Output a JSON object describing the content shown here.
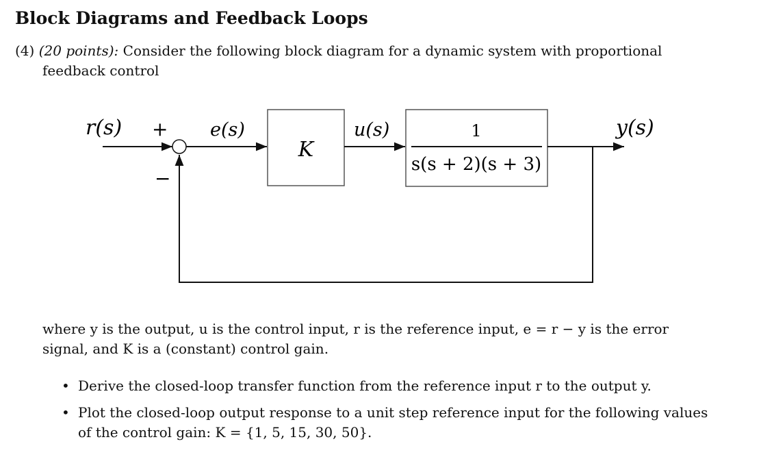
{
  "heading": "Block Diagrams and Feedback Loops",
  "question": {
    "number": "(4)",
    "points": "(20 points):",
    "text_line1": "Consider the following block diagram for a dynamic system with proportional",
    "text_line2": "feedback control"
  },
  "diagram": {
    "input_label": "r(s)",
    "plus_sign": "+",
    "minus_sign": "−",
    "error_label": "e(s)",
    "controller": "K",
    "control_label": "u(s)",
    "plant_numerator": "1",
    "plant_denominator": "s(s + 2)(s + 3)",
    "output_label": "y(s)"
  },
  "description": {
    "line1": "where y is the output, u is the control input, r is the reference input, e = r − y is the error",
    "line2": "signal, and K is a (constant) control gain."
  },
  "bullets": [
    "Derive the closed-loop transfer function from the reference input r to the output y.",
    "Plot the closed-loop output response to a unit step reference input for the following values",
    "of the control gain: K = {1, 5, 15, 30, 50}."
  ]
}
